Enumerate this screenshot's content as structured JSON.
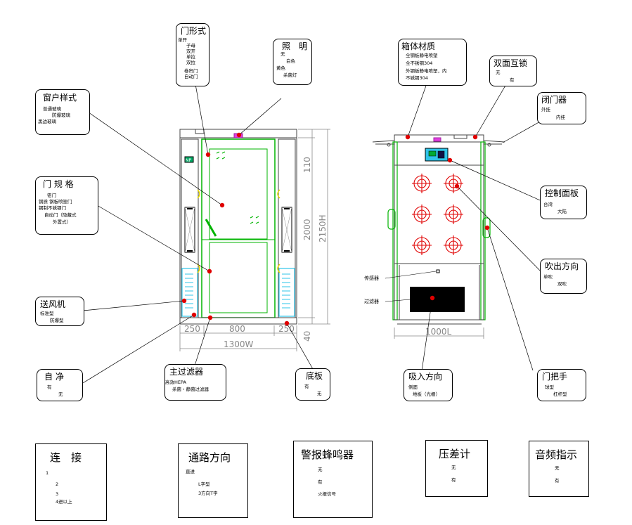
{
  "dims": {
    "front_h_110": "110",
    "front_h_2000": "2000",
    "front_h_2150": "2150H",
    "front_h_40": "40",
    "front_w_250a": "250",
    "front_w_800": "800",
    "front_w_250b": "250",
    "front_w_1300": "1300W",
    "side_w_1000": "1000L"
  },
  "front_logo": "NP",
  "inline_labels": {
    "filter_a": "传感器",
    "filter_b": "过滤器"
  },
  "callouts": {
    "door_type": {
      "title": "门形式",
      "options": [
        "单开",
        "子母",
        "双开",
        "单拉",
        "双拉",
        "卷帘门",
        "自动门"
      ]
    },
    "lighting": {
      "title": "照　明",
      "options": [
        "无",
        "白色",
        "黄色",
        "杀菌灯"
      ]
    },
    "cabinet": {
      "title": "箱体材质",
      "options": [
        "全钢板静电喷塑",
        "全不锈钢304",
        "外钢板静电喷塑，内",
        "不锈钢304"
      ]
    },
    "interlock": {
      "title": "双面互锁",
      "options": [
        "无",
        "有"
      ]
    },
    "closer": {
      "title": "闭门器",
      "options": [
        "外挂",
        "内挂"
      ]
    },
    "window": {
      "title": "窗户样式",
      "options": [
        "普通玻璃",
        "防爆玻璃",
        "黑边玻璃"
      ]
    },
    "door_spec": {
      "title": "门 规 格",
      "options": [
        "铝门",
        "钢质 钢板喷塑门",
        "钢制不锈钢门",
        "自动门（隐藏式",
        "外置式）"
      ]
    },
    "control": {
      "title": "控制面板",
      "options": [
        "台湾",
        "大陆"
      ]
    },
    "blow": {
      "title": "吹出方向",
      "options": [
        "单吹",
        "双吹"
      ]
    },
    "fan": {
      "title": "送风机",
      "options": [
        "标准型",
        "防爆型"
      ]
    },
    "self_clean": {
      "title": "自  净",
      "options": [
        "有",
        "无"
      ]
    },
    "main_filter": {
      "title": "主过滤器",
      "options": [
        "高效HEPA",
        "杀菌・静菌过滤器"
      ]
    },
    "base": {
      "title": "底板",
      "options": [
        "有",
        "无"
      ]
    },
    "intake": {
      "title": "吸入方向",
      "options": [
        "侧面",
        "地板（光栅）"
      ]
    },
    "handle": {
      "title": "门把手",
      "options": [
        "球型",
        "杠杆型"
      ]
    }
  },
  "bottom_boxes": {
    "connect": {
      "title": "连　接",
      "options": [
        "1",
        "2",
        "3",
        "4进以上"
      ]
    },
    "path": {
      "title": "通路方向",
      "options": [
        "直进",
        "L字型",
        "3方向T字"
      ]
    },
    "alarm": {
      "title": "警报蜂鸣器",
      "options": [
        "无",
        "有",
        "火报信号"
      ]
    },
    "pressure": {
      "title": "压差计",
      "options": [
        "无",
        "有"
      ]
    },
    "audio": {
      "title": "音频指示",
      "options": [
        "无",
        "有"
      ]
    }
  },
  "colors": {
    "frame_green": "#00b400",
    "marker_red": "#e00000",
    "lamp_magenta": "#e040e0",
    "fan_cyan": "#2ec4e8",
    "hinge_yellow": "#e8d800"
  }
}
